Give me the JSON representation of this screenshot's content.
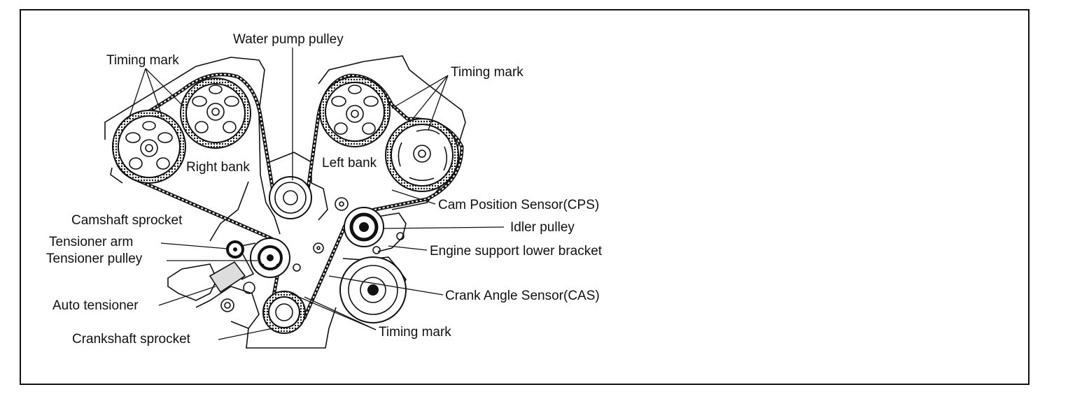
{
  "labels": {
    "water_pump_pulley": "Water pump pulley",
    "timing_mark_right": "Timing mark",
    "timing_mark_left": "Timing mark",
    "right_bank": "Right bank",
    "left_bank": "Left bank",
    "camshaft_sprocket": "Camshaft sprocket",
    "cam_position_sensor": "Cam Position Sensor(CPS)",
    "idler_pulley": "Idler pulley",
    "tensioner_arm": "Tensioner arm",
    "tensioner_pulley": "Tensioner pulley",
    "engine_support_lower_bracket": "Engine support lower bracket",
    "auto_tensioner": "Auto tensioner",
    "crank_angle_sensor": "Crank Angle Sensor(CAS)",
    "timing_mark_bottom": "Timing mark",
    "crankshaft_sprocket": "Crankshaft sprocket"
  }
}
